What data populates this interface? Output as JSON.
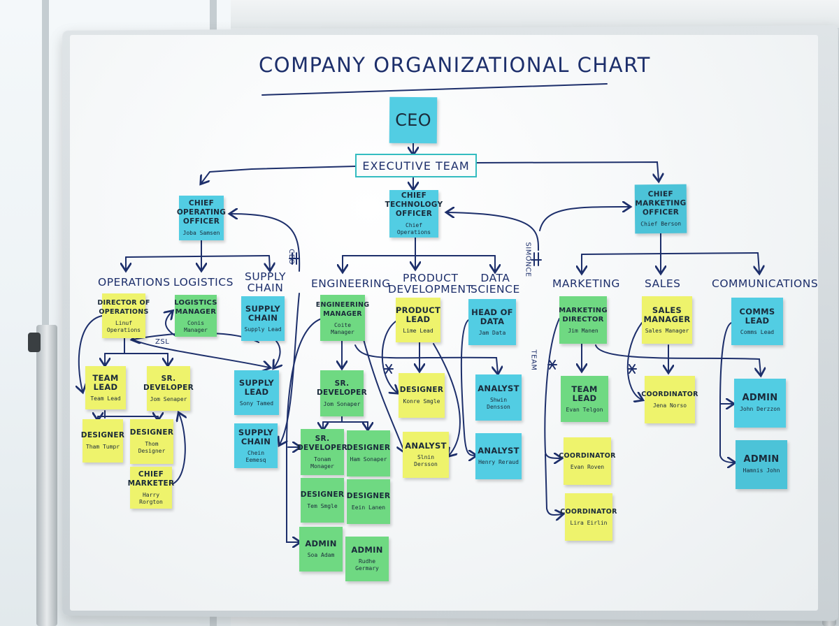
{
  "title": "COMPANY ORGANIZATIONAL CHART",
  "executive_team": "EXECUTIVE TEAM",
  "colors": {
    "marker": "#1d2f6b",
    "yellow": "#eef36c",
    "green": "#6fd982",
    "blue": "#52cde3",
    "frame": "#33bcc0"
  },
  "departments": [
    "OPERATIONS",
    "LOGISTICS",
    "SUPPLY\nCHAIN",
    "ENGINEERING",
    "PRODUCT\nDEVELOPMENT",
    "DATA\nSCIENCE",
    "MARKETING",
    "SALES",
    "COMMUNICATIONS"
  ],
  "side_notes": [
    "CEO",
    "SIMONCE",
    "TEAM",
    "ZSL"
  ],
  "notes": [
    {
      "id": "ceo",
      "title": "CEO",
      "sub": "",
      "color": "blue"
    },
    {
      "id": "coo",
      "title": "CHIEF\nOPERATING\nOFFICER",
      "sub": "Joba Samsen",
      "color": "blue"
    },
    {
      "id": "cto",
      "title": "CHIEF\nTECHNOLOGY\nOFFICER",
      "sub": "Chief Operations",
      "color": "blue"
    },
    {
      "id": "cmo",
      "title": "CHIEF\nMARKETING\nOFFICER",
      "sub": "Chief Berson",
      "color": "teal"
    },
    {
      "id": "dir-ops",
      "title": "DIRECTOR OF\nOPERATIONS",
      "sub": "Linuf Operations",
      "color": "yellow"
    },
    {
      "id": "log-mgr",
      "title": "LOGISTICS\nMANAGER",
      "sub": "Conis Manager",
      "color": "green"
    },
    {
      "id": "supply-chain-1",
      "title": "SUPPLY\nCHAIN",
      "sub": "Supply Lead",
      "color": "blue"
    },
    {
      "id": "eng-mgr",
      "title": "ENGINEERING\nMANAGER",
      "sub": "Coite Manager",
      "color": "green"
    },
    {
      "id": "prod-lead",
      "title": "PRODUCT\nLEAD",
      "sub": "Lime Lead",
      "color": "yellow"
    },
    {
      "id": "head-data",
      "title": "HEAD OF\nDATA",
      "sub": "Jam Data",
      "color": "blue"
    },
    {
      "id": "mkt-dir",
      "title": "MARKETING\nDIRECTOR",
      "sub": "Jim Manen",
      "color": "green"
    },
    {
      "id": "sales-mgr",
      "title": "SALES\nMANAGER",
      "sub": "Sales Manager",
      "color": "yellow"
    },
    {
      "id": "comms-lead",
      "title": "COMMS\nLEAD",
      "sub": "Comms Lead",
      "color": "blue"
    },
    {
      "id": "ops-team-lead",
      "title": "TEAM\nLEAD",
      "sub": "Team Lead",
      "color": "yellow"
    },
    {
      "id": "ops-sr-dev",
      "title": "SR.\nDEVELOPER",
      "sub": "Jom Senaper",
      "color": "yellow"
    },
    {
      "id": "ops-designer-1",
      "title": "DESIGNER",
      "sub": "Tham Tumpr",
      "color": "yellow"
    },
    {
      "id": "ops-designer-2",
      "title": "DESIGNER",
      "sub": "Thom Designer",
      "color": "yellow"
    },
    {
      "id": "chief-marketer",
      "title": "CHIEF\nMARKETER",
      "sub": "Harry Rorgton",
      "color": "yellow"
    },
    {
      "id": "supply-lead",
      "title": "SUPPLY\nLEAD",
      "sub": "Sony Tamed",
      "color": "blue"
    },
    {
      "id": "supply-chain-2",
      "title": "SUPPLY\nCHAIN",
      "sub": "Chein Eemesq",
      "color": "blue"
    },
    {
      "id": "eng-sr-dev-1",
      "title": "SR.\nDEVELOPER",
      "sub": "Jom Sonaper",
      "color": "green"
    },
    {
      "id": "eng-sr-dev-2",
      "title": "SR.\nDEVELOPER",
      "sub": "Tonam Monager",
      "color": "green"
    },
    {
      "id": "eng-designer-1",
      "title": "DESIGNER",
      "sub": "Ham Sonaper",
      "color": "green"
    },
    {
      "id": "eng-designer-2",
      "title": "DESIGNER",
      "sub": "Tem Smgle",
      "color": "green"
    },
    {
      "id": "eng-designer-3",
      "title": "DESIGNER",
      "sub": "Eein Lanen",
      "color": "green"
    },
    {
      "id": "eng-admin-1",
      "title": "ADMIN",
      "sub": "Soa Adam",
      "color": "green"
    },
    {
      "id": "eng-admin-2",
      "title": "ADMIN",
      "sub": "Rudhe Germary",
      "color": "green"
    },
    {
      "id": "pd-designer",
      "title": "DESIGNER",
      "sub": "Konre Smgle",
      "color": "yellow"
    },
    {
      "id": "pd-analyst",
      "title": "ANALYST",
      "sub": "Slnin Dersson",
      "color": "yellow"
    },
    {
      "id": "ds-analyst-1",
      "title": "ANALYST",
      "sub": "Shwin Densson",
      "color": "blue"
    },
    {
      "id": "ds-analyst-2",
      "title": "ANALYST",
      "sub": "Henry Reraud",
      "color": "blue"
    },
    {
      "id": "mkt-team-lead",
      "title": "TEAM\nLEAD",
      "sub": "Evan Telgon",
      "color": "green"
    },
    {
      "id": "mkt-coord-1",
      "title": "COORDINATOR",
      "sub": "Evan Roven",
      "color": "yellow"
    },
    {
      "id": "mkt-coord-2",
      "title": "COORDINATOR",
      "sub": "Lira Eirlin",
      "color": "yellow"
    },
    {
      "id": "sales-coord",
      "title": "COORDINATOR",
      "sub": "Jena Norso",
      "color": "yellow"
    },
    {
      "id": "comms-admin-1",
      "title": "ADMIN",
      "sub": "John Derzzon",
      "color": "blue"
    },
    {
      "id": "comms-admin-2",
      "title": "ADMIN",
      "sub": "Hamnis John",
      "color": "teal"
    }
  ]
}
